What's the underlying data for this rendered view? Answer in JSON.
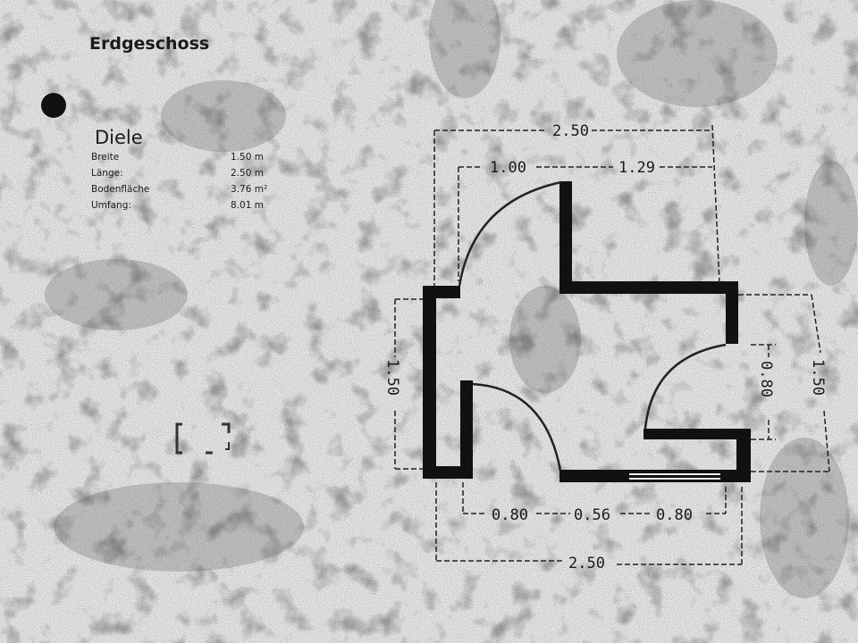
{
  "page": {
    "floor_title": "Erdgeschoss",
    "room": {
      "name": "Diele",
      "properties": [
        {
          "label": "Breite",
          "value": "1.50 m"
        },
        {
          "label": "Länge:",
          "value": "2.50 m"
        },
        {
          "label": "Bodenfläche",
          "value": "3.76 m²"
        },
        {
          "label": "Umfang:",
          "value": "8.01 m"
        }
      ]
    }
  },
  "plan": {
    "dim_top_total": "2.50",
    "dim_top_door": "1.00",
    "dim_top_right": "1.29",
    "dim_left": "1.50",
    "dim_right_door": "0.80",
    "dim_right_total": "1.50",
    "dim_bottom_left": "0.80",
    "dim_bottom_mid": "0.56",
    "dim_bottom_right": "0.80",
    "dim_bottom_total": "2.50"
  },
  "colors": {
    "paper": "#e9e9e7",
    "ink": "#111111"
  }
}
